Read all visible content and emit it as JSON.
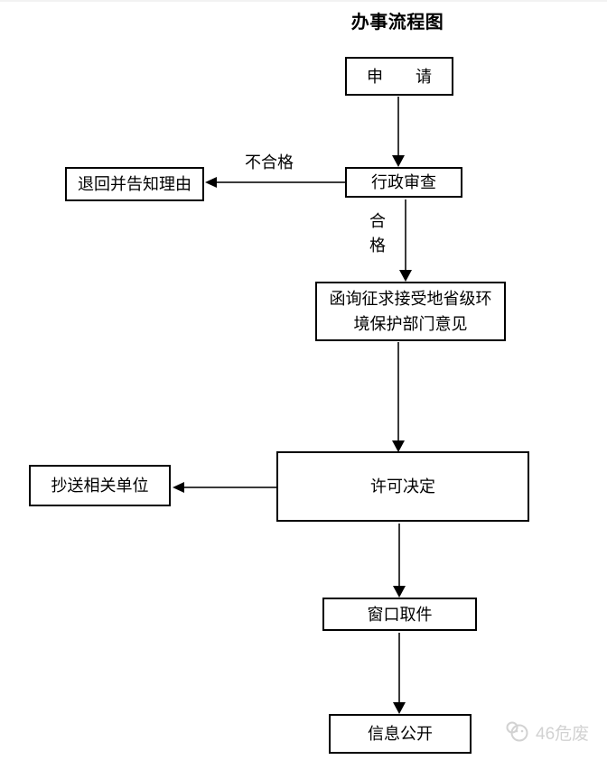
{
  "title": "办事流程图",
  "nodes": {
    "apply": "申　　请",
    "review": "行政审查",
    "reject": "退回并告知理由",
    "consult": "函询征求接受地省级环\n境保护部门意见",
    "decision": "许可决定",
    "copy": "抄送相关单位",
    "pickup": "窗口取件",
    "publish": "信息公开"
  },
  "labels": {
    "fail": "不合格",
    "pass": "合\n格"
  },
  "watermark": {
    "text": "46危废"
  },
  "colors": {
    "line": "#3a3a3a",
    "arrow": "#000000",
    "box_border": "#000000",
    "watermark": "#d2d2d2"
  }
}
